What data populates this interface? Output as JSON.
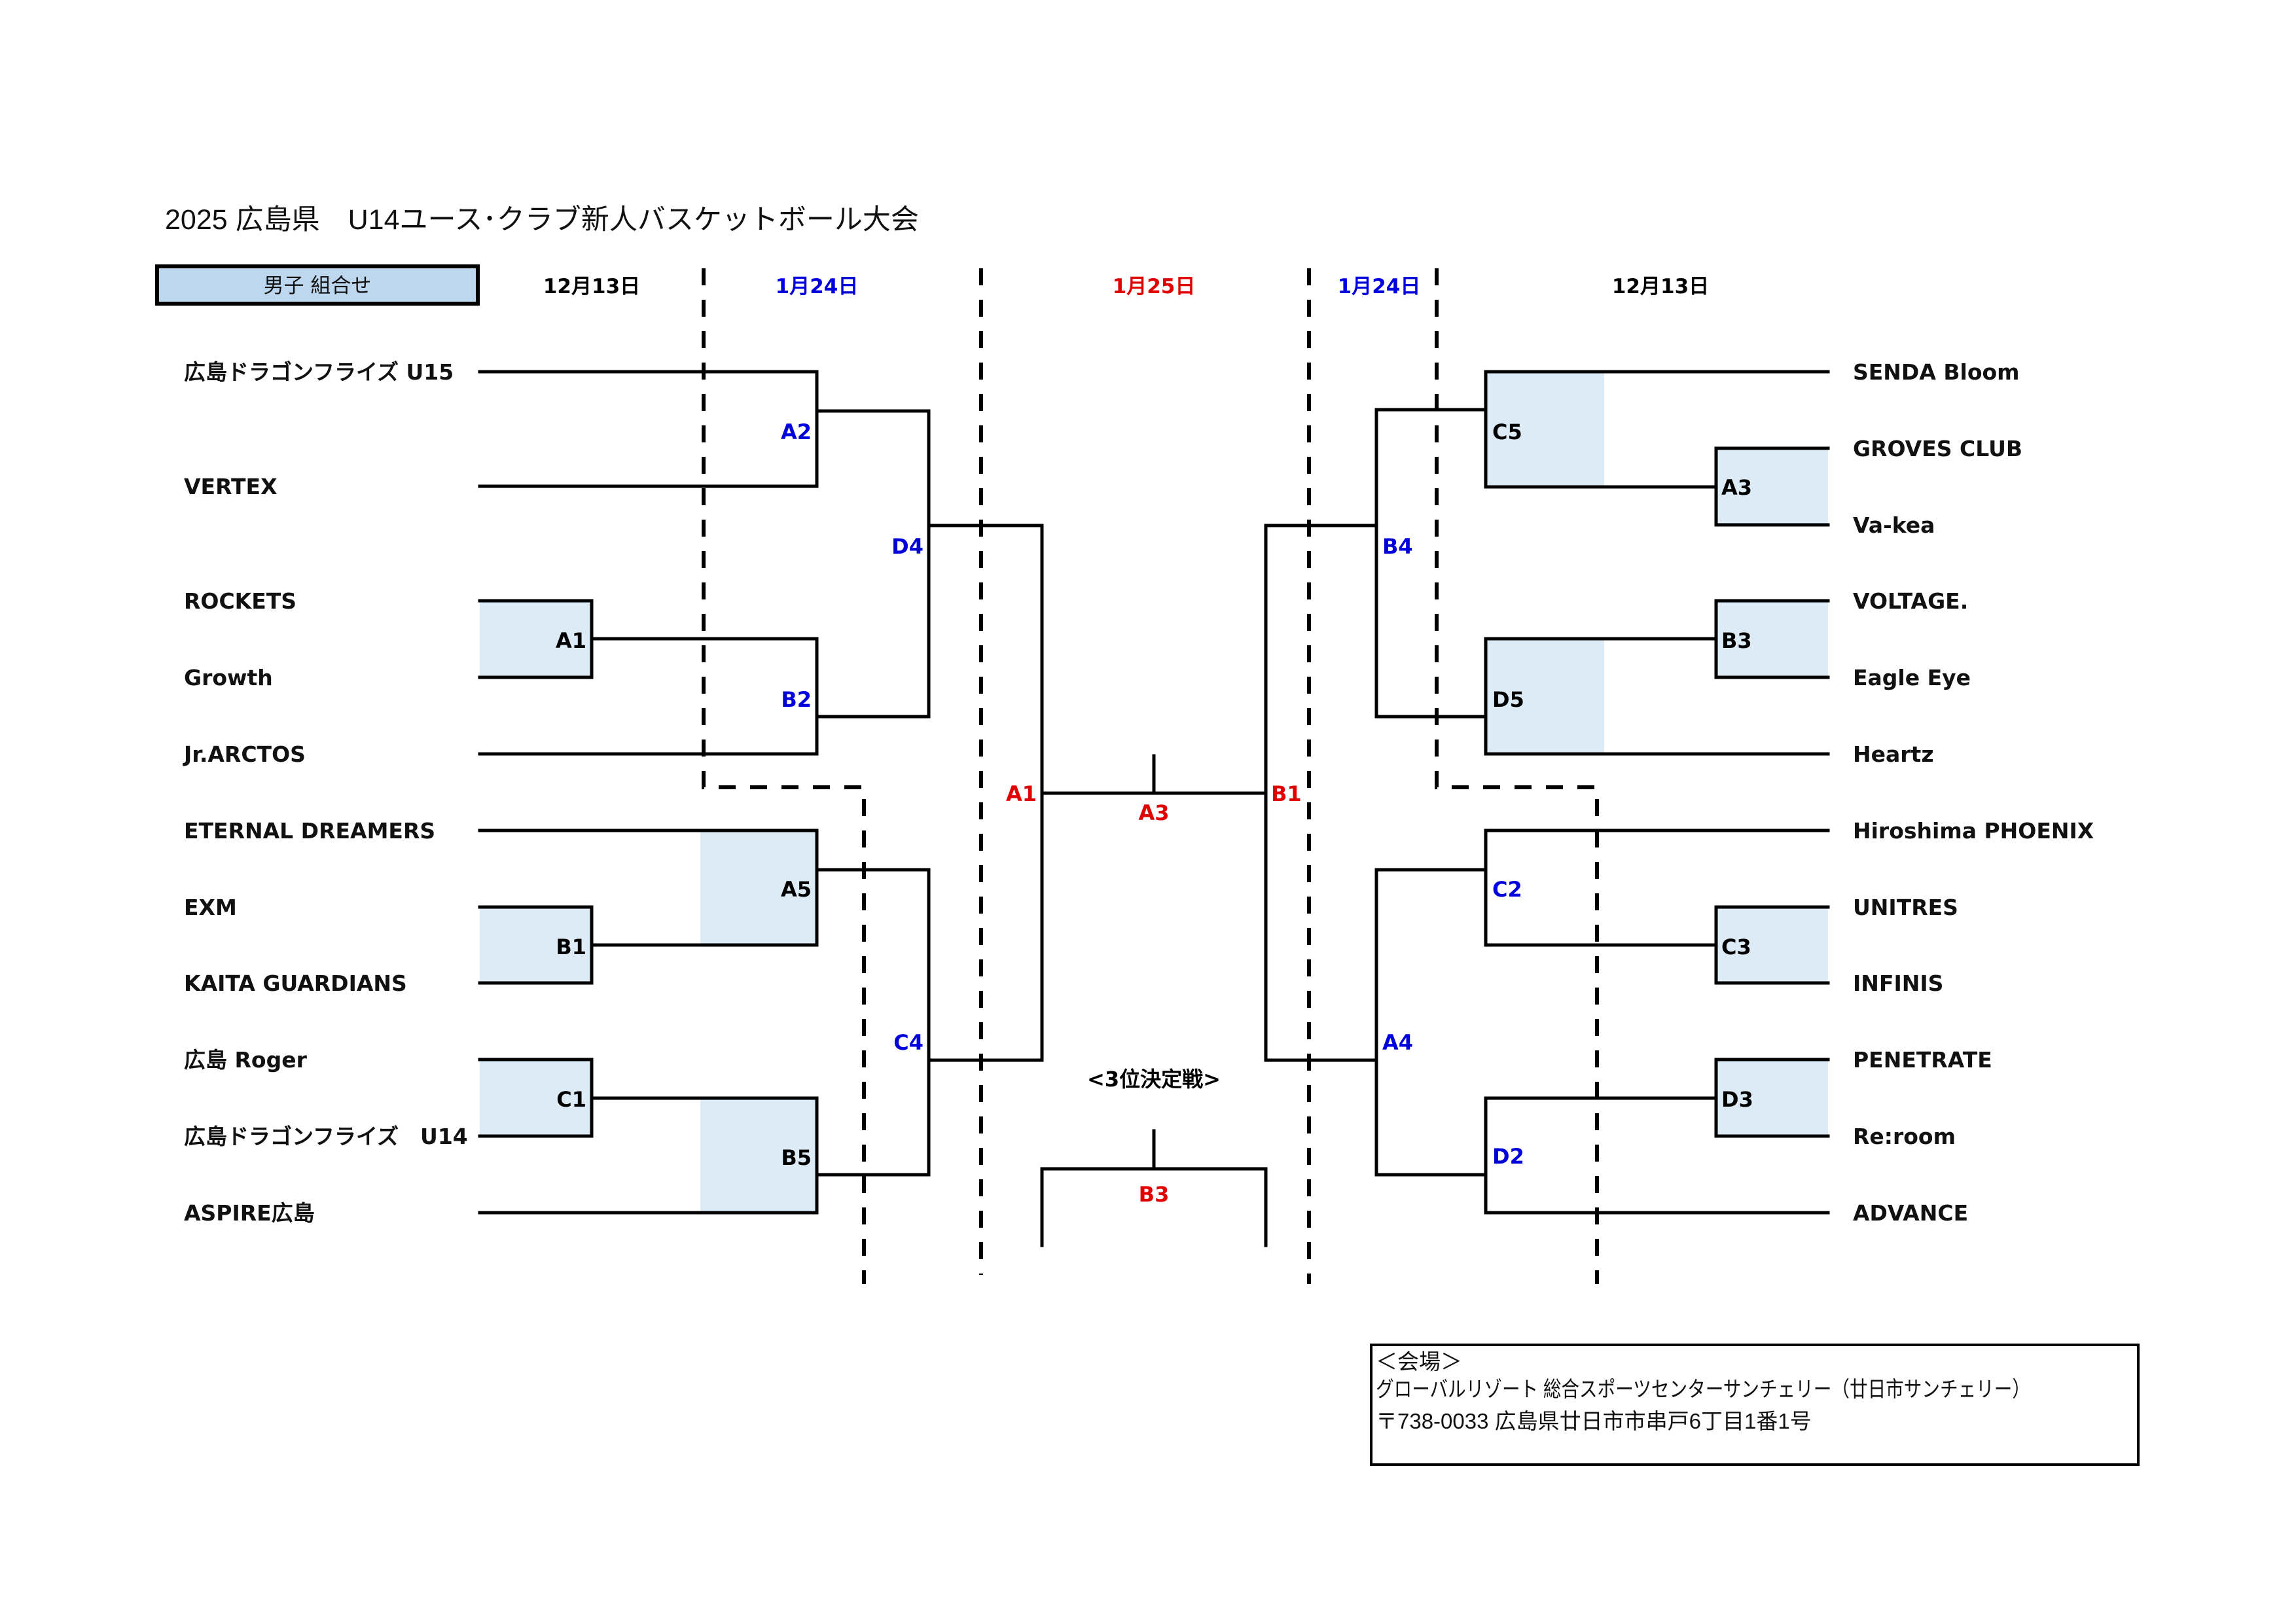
{
  "title": "2025 広島県　U14ユース･クラブ新人バスケットボール大会",
  "division_box": {
    "label": "男子 組合せ",
    "fill": "#bdd7ee"
  },
  "dates": [
    {
      "label": "12月13日",
      "color": "#000000"
    },
    {
      "label": "1月24日",
      "color": "#0000dd"
    },
    {
      "label": "1月25日",
      "color": "#e00000"
    },
    {
      "label": "1月24日",
      "color": "#0000dd"
    },
    {
      "label": "12月13日",
      "color": "#000000"
    }
  ],
  "left_teams": [
    "広島ドラゴンフライズ U15",
    "VERTEX",
    "ROCKETS",
    "Growth",
    "Jr.ARCTOS",
    "ETERNAL DREAMERS",
    "EXM",
    "KAITA GUARDIANS",
    "広島 Roger",
    "広島ドラゴンフライズ　U14",
    "ASPIRE広島"
  ],
  "right_teams": [
    "SENDA Bloom",
    "GROVES CLUB",
    "Va-kea",
    "VOLTAGE.",
    "Eagle Eye",
    "Heartz",
    "Hiroshima PHOENIX",
    "UNITRES",
    "INFINIS",
    "PENETRATE",
    "Re:room",
    "ADVANCE"
  ],
  "match_labels": {
    "left_r1": [
      "A1",
      "B1",
      "C1"
    ],
    "left_r2": [
      "A2",
      "B2",
      "A5",
      "B5"
    ],
    "left_r3": [
      "D4",
      "C4"
    ],
    "semi_left": "A1",
    "final": "A3",
    "semi_right": "B1",
    "right_r3": [
      "B4",
      "A4"
    ],
    "right_r2": [
      "C5",
      "D5",
      "C2",
      "D2"
    ],
    "right_r1": [
      "A3",
      "B3",
      "C3",
      "D3"
    ],
    "third_place_title": "<3位決定戦>",
    "third_place": "B3"
  },
  "colors": {
    "day1": "#000000",
    "day2": "#0000dd",
    "day3": "#e00000",
    "shade": "#ddebf7"
  },
  "venue": {
    "heading": "＜会場＞",
    "name": "グローバルリゾート 総合スポーツセンターサンチェリー（廿日市サンチェリー）",
    "address": "〒738-0033 広島県廿日市市串戸6丁目1番1号"
  }
}
